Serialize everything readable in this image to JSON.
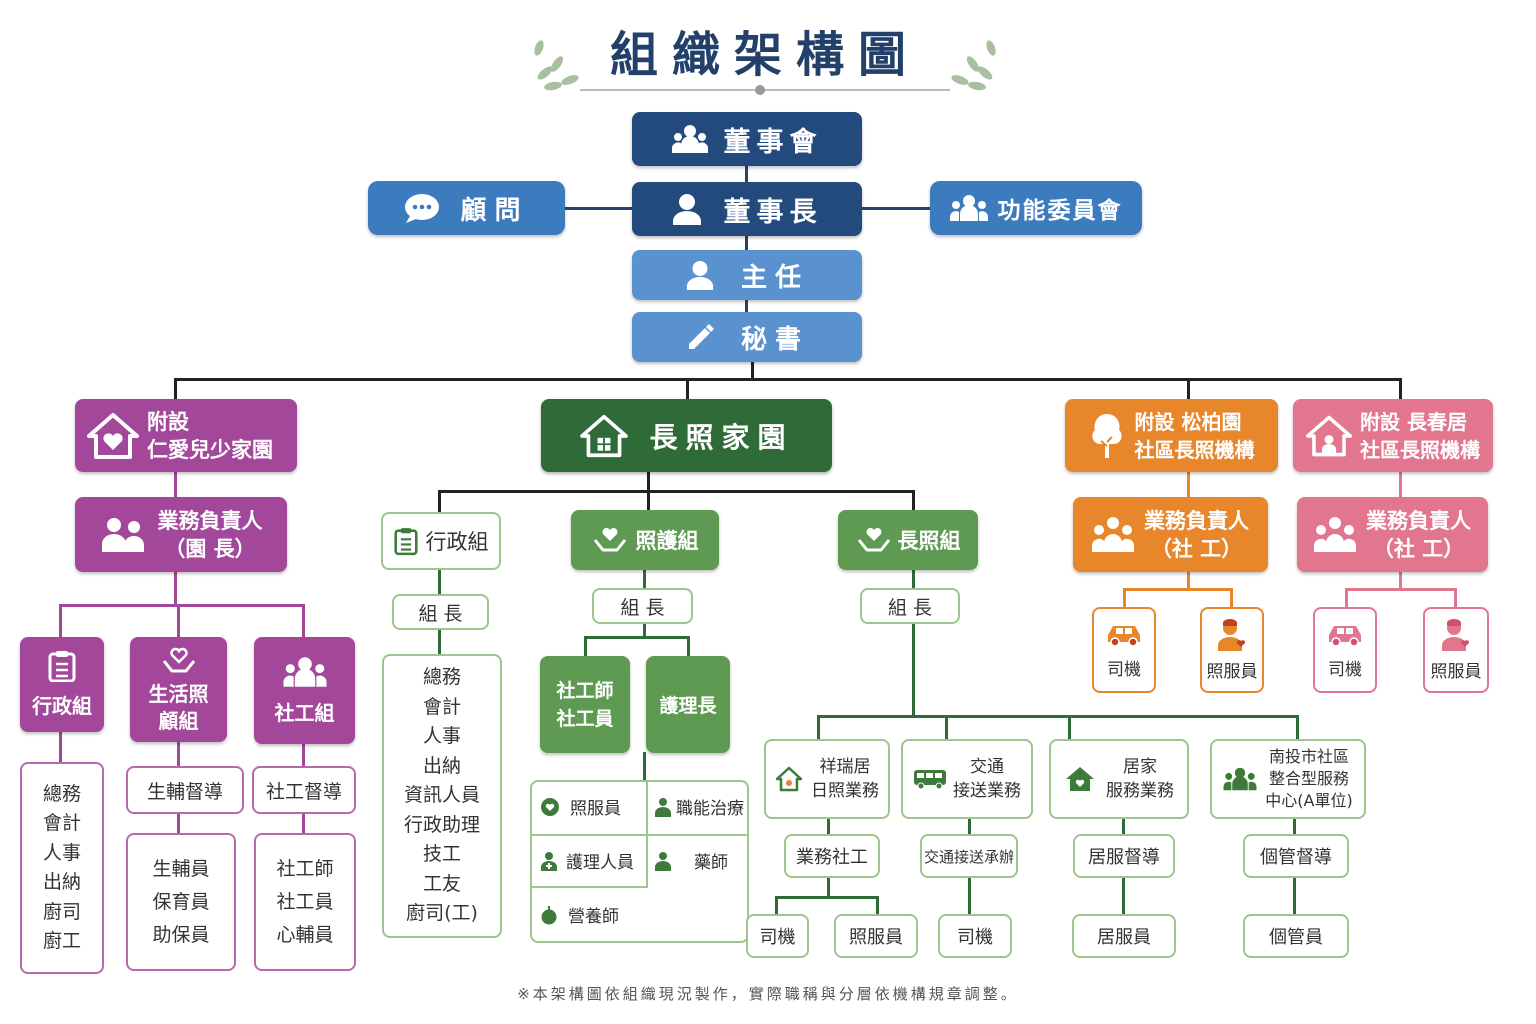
{
  "title": "組織架構圖",
  "footnote": "※本架構圖依組織現況製作，實際職稱與分層依機構規章調整。",
  "top": {
    "board": "董事會",
    "chairman": "董事長",
    "advisor": "顧問",
    "committee": "功能委員會",
    "director": "主任",
    "secretary": "秘書"
  },
  "renai": {
    "name_line1": "附設",
    "name_line2": "仁愛兒少家園",
    "head_line1": "業務負責人",
    "head_line2": "（園 長）",
    "groups": [
      {
        "name": "行政組",
        "staff": [
          "總務",
          "會計",
          "人事",
          "出納",
          "廚司",
          "廚工"
        ]
      },
      {
        "name_line1": "生活照",
        "name_line2": "顧組",
        "lead": "生輔督導",
        "staff": [
          "生輔員",
          "保育員",
          "助保員"
        ]
      },
      {
        "name": "社工組",
        "lead": "社工督導",
        "staff": [
          "社工師",
          "社工員",
          "心輔員"
        ]
      }
    ]
  },
  "ltc_home": {
    "name": "長照家園",
    "admin": {
      "name": "行政組",
      "leader": "組 長",
      "staff": [
        "總務",
        "會計",
        "人事",
        "出納",
        "資訊人員",
        "行政助理",
        "技工",
        "工友",
        "廚司(工)"
      ]
    },
    "care": {
      "name": "照護組",
      "leader": "組 長",
      "social_worker": [
        "社工師",
        "社工員"
      ],
      "head_nurse": "護理長",
      "staff": [
        "照服員",
        "職能治療",
        "護理人員",
        "藥師",
        "營養師"
      ]
    },
    "ltc": {
      "name": "長照組",
      "leader": "組 長",
      "units": [
        {
          "name_line1": "祥瑞居",
          "name_line2": "日照業務",
          "lead": "業務社工",
          "staff": [
            "司機",
            "照服員"
          ]
        },
        {
          "name_line1": "交通",
          "name_line2": "接送業務",
          "lead": "交通接送承辦",
          "staff": [
            "司機"
          ]
        },
        {
          "name_line1": "居家",
          "name_line2": "服務業務",
          "lead": "居服督導",
          "staff": [
            "居服員"
          ]
        },
        {
          "name_line1": "南投市社區",
          "name_line2": "整合型服務",
          "name_line3": "中心(A單位)",
          "lead": "個管督導",
          "staff": [
            "個管員"
          ]
        }
      ]
    }
  },
  "songbo": {
    "name_line1": "附設 松柏園",
    "name_line2": "社區長照機構",
    "head_line1": "業務負責人",
    "head_line2": "（社 工）",
    "staff": [
      "司機",
      "照服員"
    ]
  },
  "changchun": {
    "name_line1": "附設 長春居",
    "name_line2": "社區長照機構",
    "head_line1": "業務負責人",
    "head_line2": "（社 工）",
    "staff": [
      "司機",
      "照服員"
    ]
  },
  "colors": {
    "navy": "#234a7c",
    "blue": "#3d7bbf",
    "light_blue": "#5a92cf",
    "purple": "#a3479a",
    "dark_green": "#2f6b39",
    "green": "#5e9a52",
    "orange": "#e8862b",
    "pink": "#e2768f"
  },
  "icons": {
    "board": "group-icon",
    "chairman": "person-icon",
    "advisor": "chat-icon",
    "committee": "people-icon",
    "secretary": "pencil-icon",
    "house": "home-icon",
    "tree": "tree-icon",
    "clipboard": "clipboard-icon",
    "care": "heart-hands-icon",
    "car": "car-icon",
    "bus": "bus-icon"
  }
}
